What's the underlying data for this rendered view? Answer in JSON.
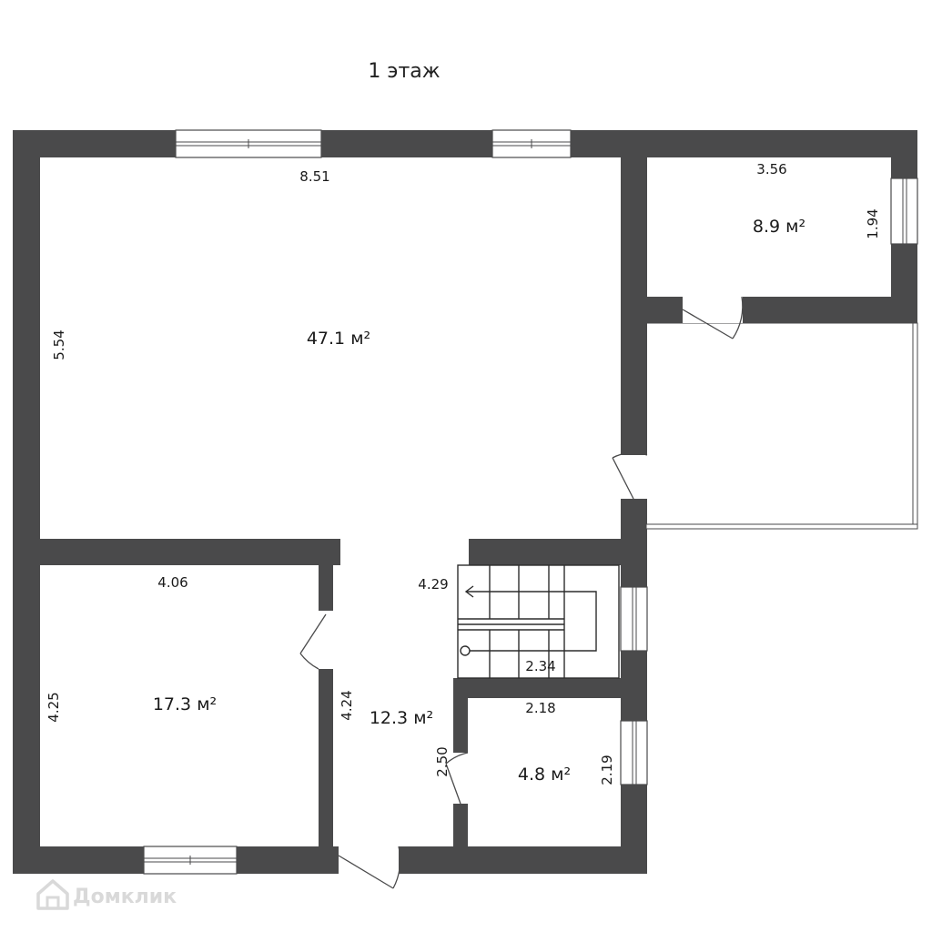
{
  "title": "1 этаж",
  "rooms": {
    "living": {
      "area": "47.1 м²",
      "dim_width": "8.51",
      "dim_height": "5.54"
    },
    "top_right": {
      "area": "8.9 м²",
      "dim_width": "3.56",
      "dim_height": "1.94"
    },
    "bedroom": {
      "area": "17.3 м²",
      "dim_width": "4.06",
      "dim_height": "4.25"
    },
    "hall": {
      "area": "12.3 м²",
      "dim_height": "4.24",
      "dim_door": "2.50"
    },
    "stairs": {
      "dim_top": "4.29",
      "dim_bottom": "2.34"
    },
    "bathroom": {
      "area": "4.8 м²",
      "dim_width": "2.18",
      "dim_height": "2.19"
    }
  },
  "watermark": "Домклик",
  "colors": {
    "wall": "#4a4a4b",
    "background": "#ffffff"
  }
}
